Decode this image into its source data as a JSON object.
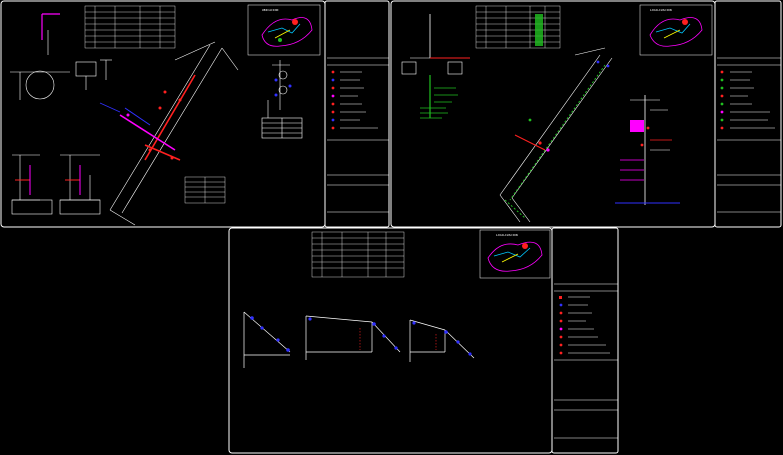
{
  "sheets": [
    {
      "id": "sheet-1",
      "title": "",
      "location_label": "UBICACION",
      "legend_title": "",
      "title_block": ""
    },
    {
      "id": "sheet-2",
      "title": "",
      "location_label": "LOCALIZACION",
      "legend_title": "",
      "title_block": ""
    },
    {
      "id": "sheet-3",
      "title": "",
      "location_label": "LOCALIZACION",
      "legend_title": "",
      "title_block": ""
    }
  ],
  "colors": {
    "background": "#000000",
    "sheet_border": "#ffffff",
    "red": "#ff2020",
    "magenta": "#ff00ff",
    "blue": "#3030ff",
    "green": "#20c020",
    "cyan": "#00c8ff",
    "yellow": "#ffff00"
  }
}
